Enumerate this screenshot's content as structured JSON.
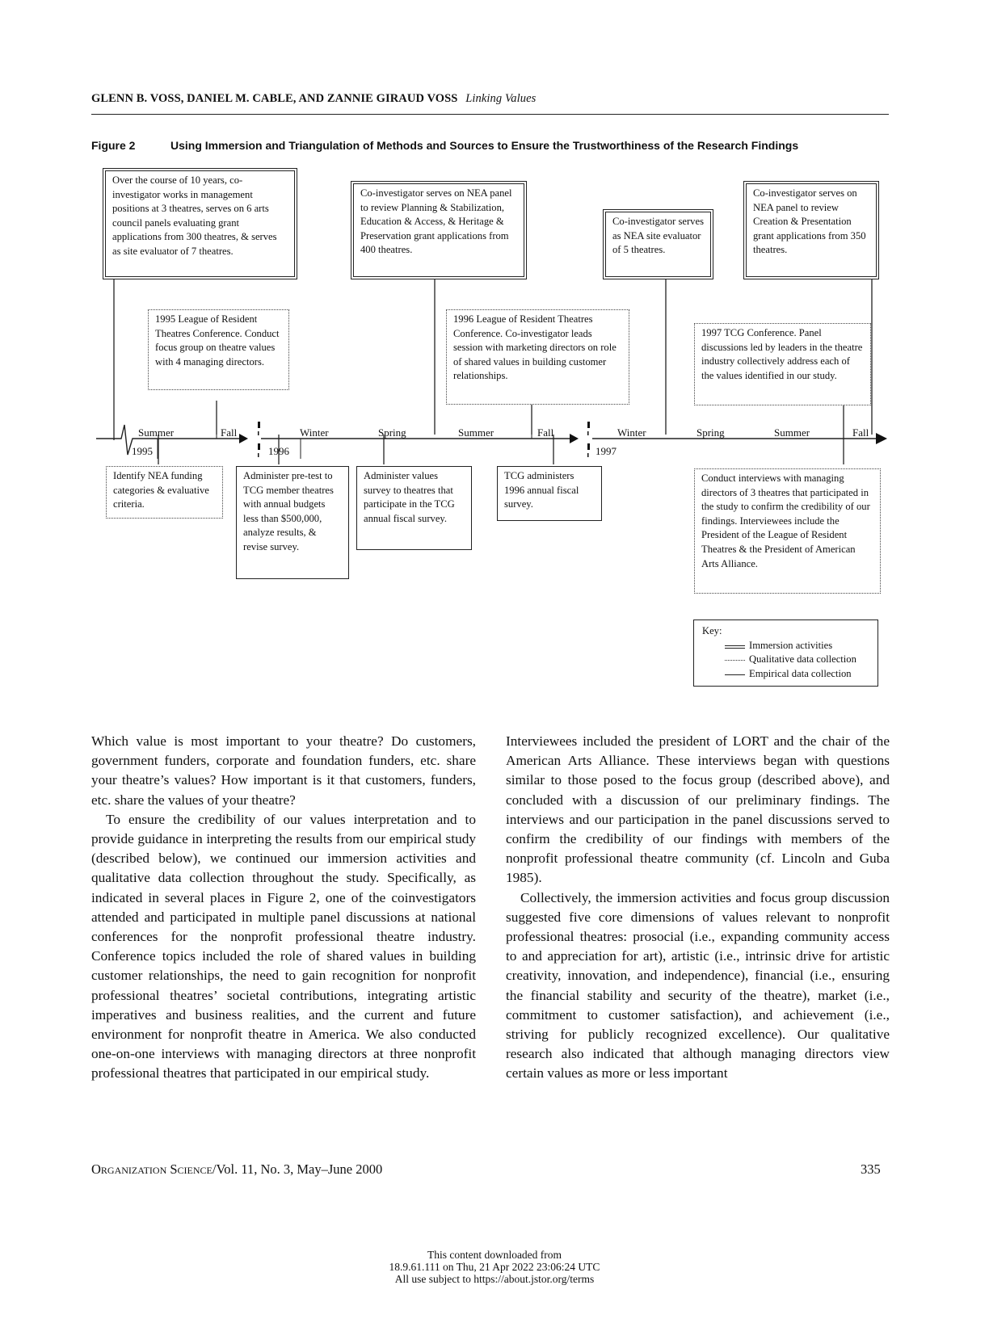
{
  "header": {
    "authors": "GLENN B. VOSS, DANIEL M. CABLE, AND ZANNIE GIRAUD VOSS",
    "short_title": "Linking Values"
  },
  "figure": {
    "label": "Figure 2",
    "caption": "Using Immersion and Triangulation of Methods and Sources to Ensure the Trustworthiness of the Research Findings",
    "top_boxes": [
      "Over the course of 10 years, co-investigator works in management positions at 3 theatres, serves on 6 arts council panels evaluating grant applications from 300 theatres, & serves as site evaluator of 7 theatres.",
      "Co-investigator serves on NEA panel to review Planning & Stabilization, Education & Access, & Heritage & Preservation grant applications from 400 theatres.",
      "Co-investigator serves as NEA site evaluator of 5 theatres.",
      "Co-investigator serves on NEA panel to review Creation & Presentation grant applications from 350 theatres."
    ],
    "mid_boxes": [
      "1995 League of Resident Theatres Conference. Conduct focus group on theatre values with 4 managing directors.",
      "1996 League of Resident Theatres Conference. Co-investigator leads session with marketing directors on role of shared values in building customer relationships.",
      "1997 TCG Conference. Panel discussions led by leaders in the theatre industry collectively address each of the values identified in our study."
    ],
    "seasons": [
      "Summer",
      "Fall",
      "Winter",
      "Spring",
      "Summer",
      "Fall",
      "Winter",
      "Spring",
      "Summer",
      "Fall"
    ],
    "years": [
      "1995",
      "1996",
      "1997"
    ],
    "bottom_boxes": [
      "Identify NEA funding categories & evaluative criteria.",
      "Administer pre-test to TCG member theatres with annual budgets less than $500,000, analyze results, & revise survey.",
      "Administer values survey to theatres that participate in the TCG annual fiscal survey.",
      "TCG administers 1996 annual fiscal survey.",
      "Conduct interviews with managing directors of 3 theatres that participated in the study to confirm the credibility of our findings. Interviewees include the President of the League of Resident Theatres & the President of American Arts Alliance."
    ],
    "key": {
      "title": "Key:",
      "items": [
        "Immersion activities",
        "Qualitative data collection",
        "Empirical data collection"
      ]
    }
  },
  "body": {
    "left": [
      "Which value is most important to your theatre? Do customers, government funders, corporate and foundation funders, etc. share your theatre’s values? How important is it that customers, funders, etc. share the values of your theatre?",
      "To ensure the credibility of our values interpretation and to provide guidance in interpreting the results from our empirical study (described below), we continued our immersion activities and qualitative data collection throughout the study. Specifically, as indicated in several places in Figure 2, one of the coinvestigators attended and participated in multiple panel discussions at national conferences for the nonprofit professional theatre industry. Conference topics included the role of shared values in building customer relationships, the need to gain recognition for nonprofit professional theatres’ societal contributions, integrating artistic imperatives and business realities, and the current and future environment for nonprofit theatre in America. We also conducted one-on-one interviews with managing directors at three nonprofit professional theatres that participated in our empirical study."
    ],
    "right": [
      "Interviewees included the president of LORT and the chair of the American Arts Alliance. These interviews began with questions similar to those posed to the focus group (described above), and concluded with a discussion of our preliminary findings. The interviews and our participation in the panel discussions served to confirm the credibility of our findings with members of the nonprofit professional theatre community (cf. Lincoln and Guba 1985).",
      "Collectively, the immersion activities and focus group discussion suggested five core dimensions of values relevant to nonprofit professional theatres: prosocial (i.e., expanding community access to and appreciation for art), artistic (i.e., intrinsic drive for artistic creativity, innovation, and independence), financial (i.e., ensuring the financial stability and security of the theatre), market (i.e., commitment to customer satisfaction), and achievement (i.e., striving for publicly recognized excellence). Our qualitative research also indicated that although managing directors view certain values as more or less important"
    ]
  },
  "footer": {
    "journal": "Organization Science",
    "volume": "/Vol. 11, No. 3, May–June 2000",
    "page": "335"
  },
  "download_notice": [
    "This content downloaded from",
    "18.9.61.111 on Thu, 21 Apr 2022 23:06:24 UTC",
    "All use subject to https://about.jstor.org/terms"
  ]
}
